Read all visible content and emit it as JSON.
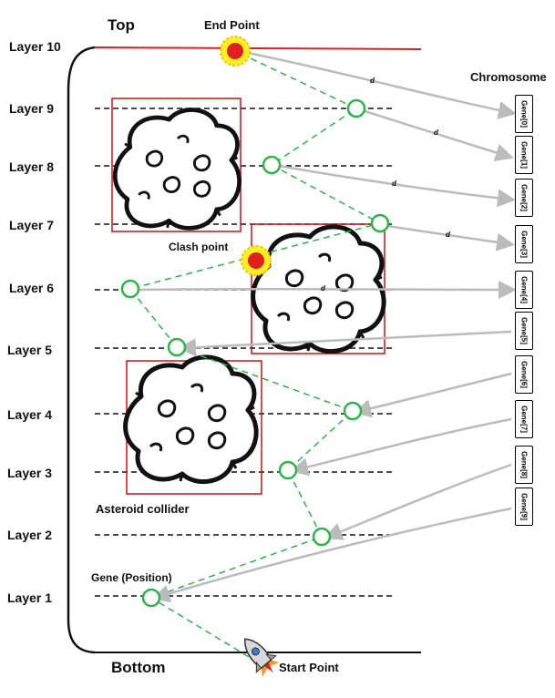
{
  "headings": {
    "top": "Top",
    "bottom": "Bottom",
    "end_point": "End Point",
    "start_point": "Start Point",
    "chromosome": "Chromosome"
  },
  "annotations": {
    "clash_point": "Clash point",
    "asteroid_collider": "Asteroid collider",
    "gene_position": "Gene (Position)"
  },
  "layers": [
    "Layer 10",
    "Layer 9",
    "Layer 8",
    "Layer 7",
    "Layer 6",
    "Layer 5",
    "Layer 4",
    "Layer 3",
    "Layer 2",
    "Layer 1"
  ],
  "genes": [
    "Gene[0]",
    "Gene[1]",
    "Gene[2]",
    "Gene[3]",
    "Gene[4]",
    "Gene[5]",
    "Gene[6]",
    "Gene[7]",
    "Gene[8]",
    "Gene[9]"
  ],
  "distance_label": "d",
  "colors": {
    "path": "#2db34a",
    "boundary": "#e02020",
    "arrow": "#bbbbbb",
    "collider_box": "#cc1111",
    "explosion_outer": "#ffee22",
    "explosion_inner": "#e02020"
  }
}
